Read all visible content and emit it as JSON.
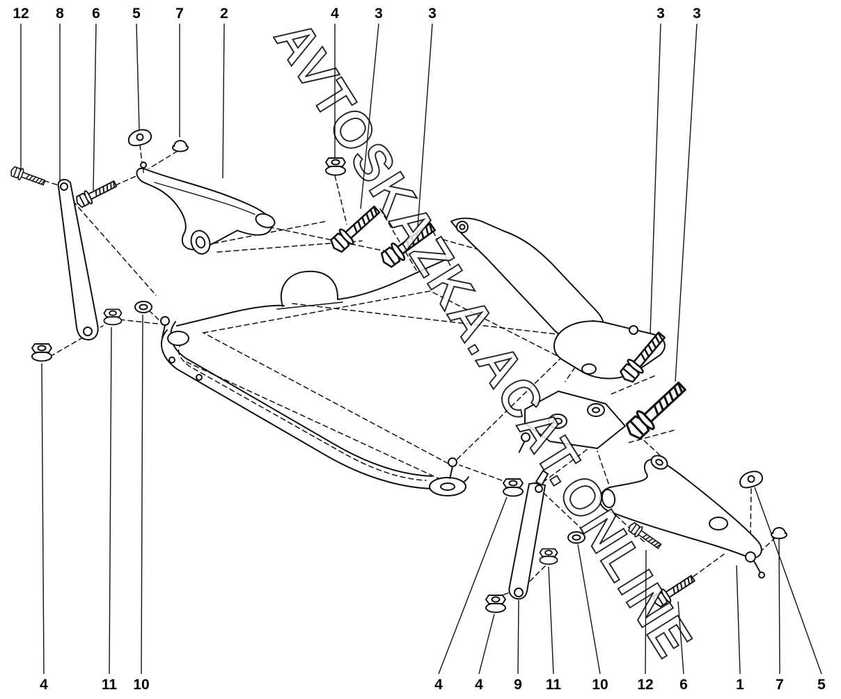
{
  "diagram": {
    "watermark": "AVTOSKAZKA.ACAT.ONLINE",
    "callouts_top": [
      "12",
      "8",
      "6",
      "5",
      "7",
      "2",
      "4",
      "3",
      "3",
      "3",
      "3"
    ],
    "callouts_bottom": [
      "4",
      "11",
      "10",
      "4",
      "4",
      "9",
      "11",
      "10",
      "12",
      "6",
      "1",
      "7",
      "5"
    ],
    "colors": {
      "line": "#111111",
      "background": "#ffffff",
      "watermark_fill": "#ffffff",
      "watermark_outline": "#000000"
    }
  }
}
